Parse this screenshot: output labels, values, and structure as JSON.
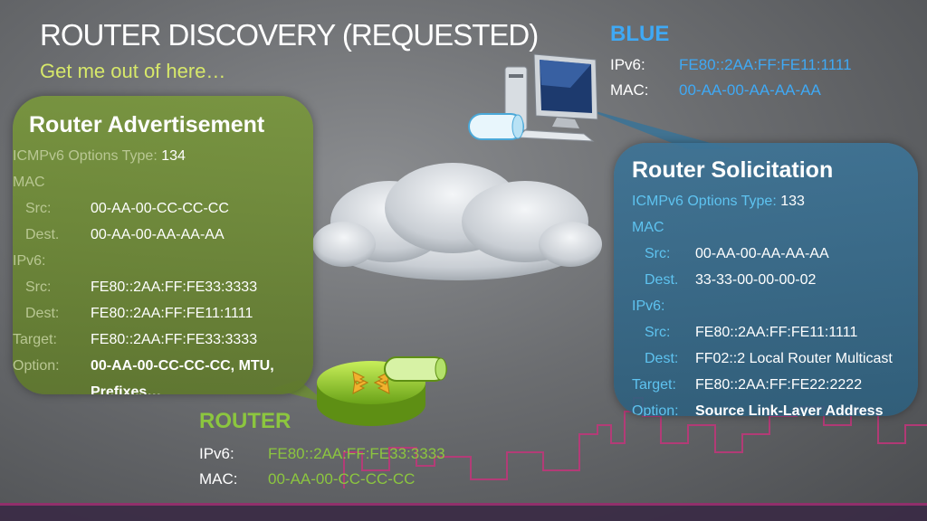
{
  "title": "ROUTER DISCOVERY (REQUESTED)",
  "subtitle": "Get me out of here…",
  "blue": {
    "heading": "BLUE",
    "ipv6_label": "IPv6:",
    "ipv6": "FE80::2AA:FF:FE11:1111",
    "mac_label": "MAC:",
    "mac": "00-AA-00-AA-AA-AA"
  },
  "router": {
    "heading": "ROUTER",
    "ipv6_label": "IPv6:",
    "ipv6": "FE80::2AA:FF:FE33:3333",
    "mac_label": "MAC:",
    "mac": "00-AA-00-CC-CC-CC"
  },
  "advertisement": {
    "title": "Router Advertisement",
    "type_label": "ICMPv6 Options Type:",
    "type": "134",
    "mac_label": "MAC",
    "src_label": "Src:",
    "src": "00-AA-00-CC-CC-CC",
    "dest_label": "Dest.",
    "dest": "00-AA-00-AA-AA-AA",
    "ipv6_label": "IPv6:",
    "ip_src_label": "Src:",
    "ip_src": "FE80::2AA:FF:FE33:3333",
    "ip_dest_label": "Dest:",
    "ip_dest": "FE80::2AA:FF:FE11:1111",
    "target_label": "Target:",
    "target": "FE80::2AA:FF:FE33:3333",
    "option_label": "Option:",
    "option_line1": "00-AA-00-CC-CC-CC, MTU,",
    "option_line2": "Prefixes…"
  },
  "solicitation": {
    "title": "Router Solicitation",
    "type_label": "ICMPv6 Options Type:",
    "type": "133",
    "mac_label": "MAC",
    "src_label": "Src:",
    "src": "00-AA-00-AA-AA-AA",
    "dest_label": "Dest.",
    "dest": "33-33-00-00-00-02",
    "ipv6_label": "IPv6:",
    "ip_src_label": "Src:",
    "ip_src": "FE80::2AA:FF:FE11:1111",
    "ip_dest_label": "Dest:",
    "ip_dest": "FF02::2 Local Router Multicast",
    "target_label": "Target:",
    "target": "FE80::2AA:FF:FE22:2222",
    "option_label": "Option:",
    "option": "Source Link-Layer Address"
  },
  "colors": {
    "accent_blue": "#3fa9f5",
    "accent_green": "#8cc63f",
    "subtitle_yellow": "#d7e86a",
    "skyline_pink": "#c2357a"
  }
}
